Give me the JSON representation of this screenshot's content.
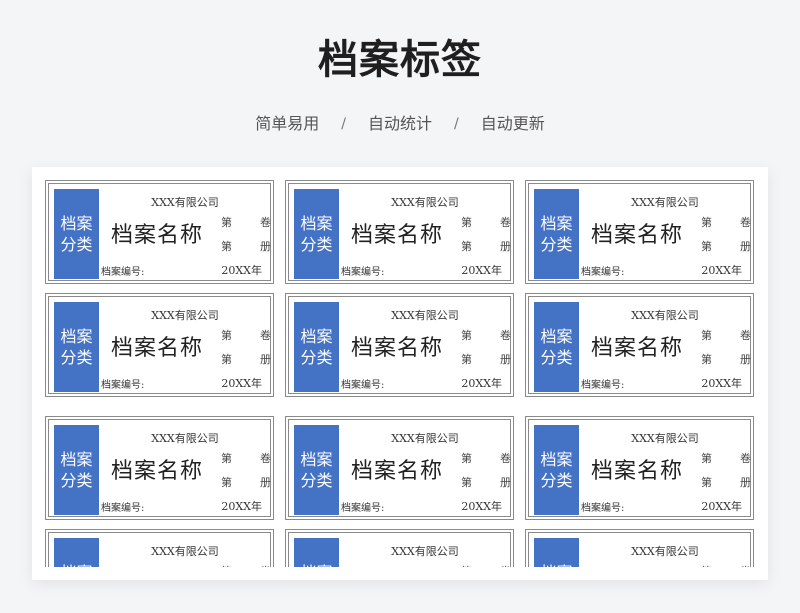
{
  "header": {
    "title": "档案标签",
    "features": [
      "简单易用",
      "自动统计",
      "自动更新"
    ],
    "separator": "/"
  },
  "colors": {
    "category_bg": "#4472C4",
    "page_bg": "#f4f5f7",
    "border": "#8a8a8a"
  },
  "label_template": {
    "category_line1": "档案",
    "category_line2": "分类",
    "company": "XXX有限公司",
    "name": "档案名称",
    "volume_prefix": "第",
    "volume_suffix": "卷",
    "book_prefix": "第",
    "book_suffix": "册",
    "code_label": "档案编号:",
    "year": "20XX年"
  },
  "grid": {
    "columns": 3,
    "rows_visible": 4,
    "row_tops": [
      13,
      126,
      249,
      362
    ],
    "col_lefts": [
      13,
      253,
      493
    ]
  }
}
